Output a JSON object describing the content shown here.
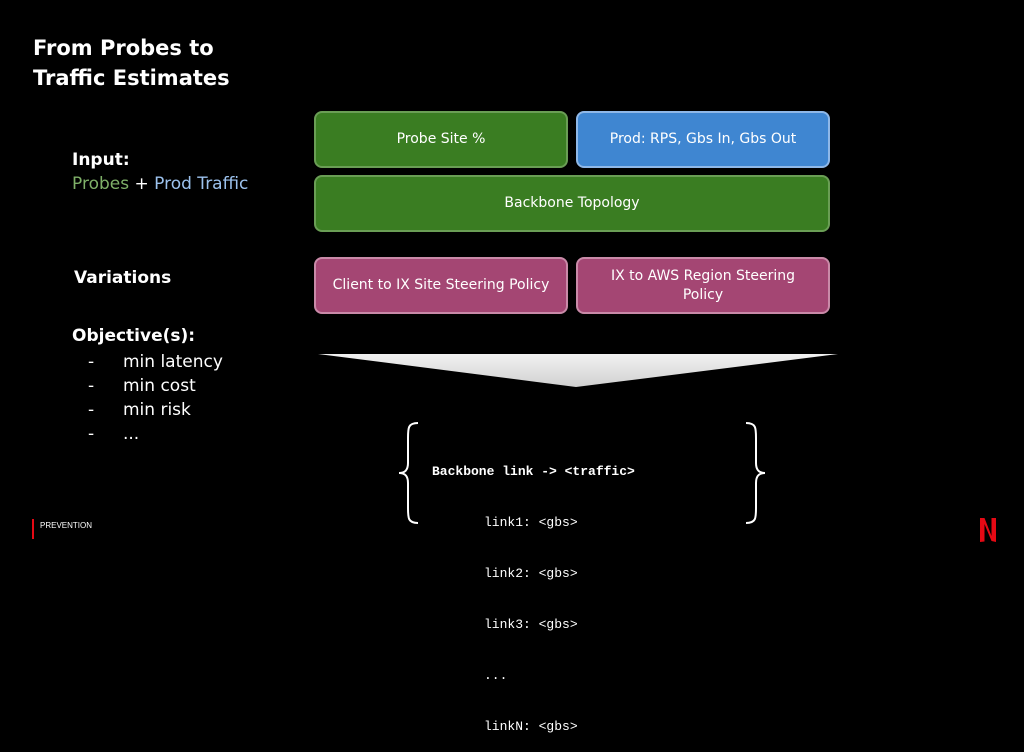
{
  "title": {
    "line1": "From Probes to",
    "line2": "Traffic Estimates"
  },
  "input": {
    "heading": "Input:",
    "probes": "Probes",
    "plus": "+",
    "prod": "Prod Traffic"
  },
  "variations": {
    "heading": "Variations"
  },
  "objectives": {
    "heading": "Objective(s):",
    "dash": "-",
    "items": [
      "min latency",
      "min cost",
      "min risk",
      "..."
    ]
  },
  "boxes": {
    "probe_site": "Probe Site %",
    "prod": "Prod: RPS, Gbs In, Gbs Out",
    "backbone": "Backbone Topology",
    "client_policy": "Client to IX Site Steering Policy",
    "ix_policy": "IX to AWS Region Steering Policy"
  },
  "output": {
    "header": "Backbone link -> <traffic>",
    "lines": [
      "link1: <gbs>",
      "link2: <gbs>",
      "link3: <gbs>",
      "...",
      "linkN: <gbs>"
    ]
  },
  "footer": {
    "label": "PREVENTION"
  },
  "colors": {
    "green_box": "#3a7d22",
    "blue_box": "#3f86d1",
    "pink_box": "#a44673",
    "probes_text": "#7fb068",
    "prod_text": "#9cc2ee",
    "brand_red": "#e50914"
  },
  "icons": {
    "logo": "netflix-logo-icon",
    "funnel": "funnel-arrow-icon"
  }
}
